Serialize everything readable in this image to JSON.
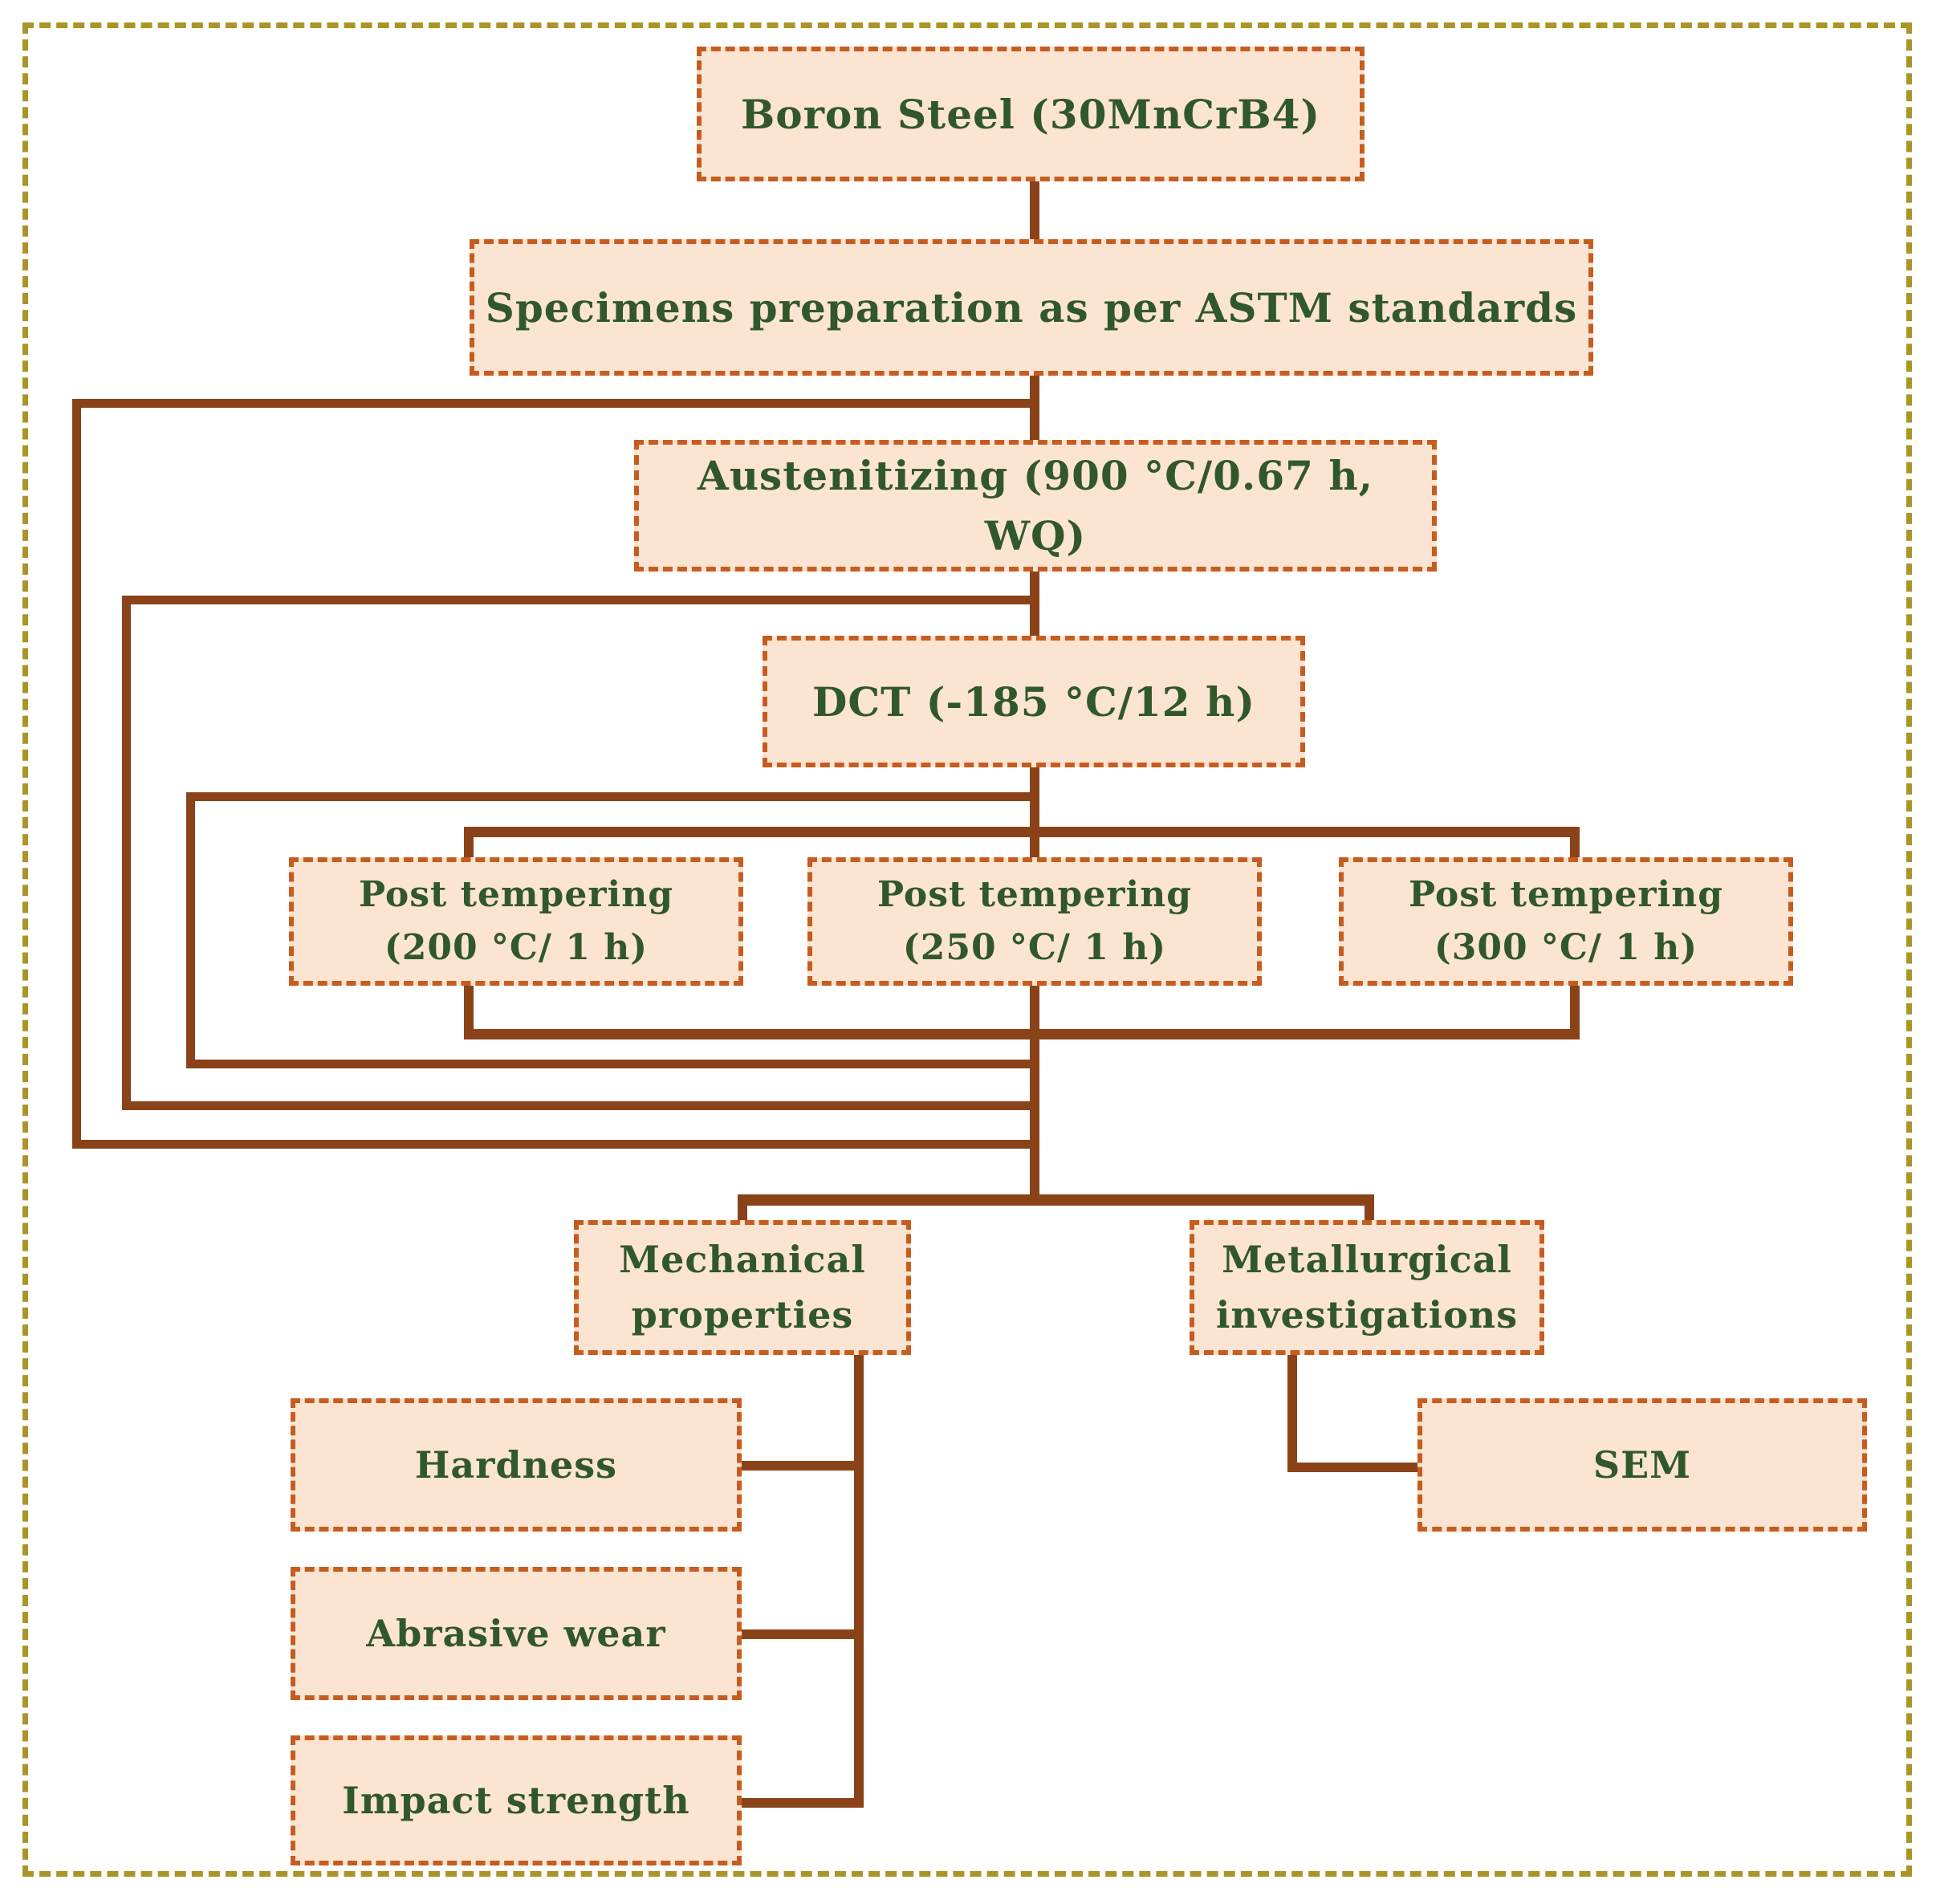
{
  "figure": {
    "type": "flowchart",
    "nodes": {
      "boron_steel": {
        "label": "Boron Steel (30MnCrB4)"
      },
      "specimens": {
        "label": "Specimens preparation as per ASTM standards"
      },
      "austenitizing": {
        "label": "Austenitizing (900 °C/0.67 h, WQ)"
      },
      "dct": {
        "label": "DCT (-185 °C/12 h)"
      },
      "post_tempering_200": {
        "label": "Post tempering\n(200 °C/ 1 h)"
      },
      "post_tempering_250": {
        "label": "Post tempering\n(250 °C/ 1 h)"
      },
      "post_tempering_300": {
        "label": "Post tempering\n(300 °C/ 1 h)"
      },
      "mechanical_properties": {
        "label": "Mechanical\nproperties"
      },
      "metallurgical_investigations": {
        "label": "Metallurgical\ninvestigations"
      },
      "hardness": {
        "label": "Hardness"
      },
      "abrasive_wear": {
        "label": "Abrasive wear"
      },
      "impact_strength": {
        "label": "Impact strength"
      },
      "sem": {
        "label": "SEM"
      }
    },
    "edges": [
      "Boron Steel (30MnCrB4) -> Specimens preparation as per ASTM standards",
      "Specimens preparation as per ASTM standards -> Austenitizing (900 °C/0.67 h, WQ)",
      "Specimens preparation as per ASTM standards -> merge point (feedback loop, outermost)",
      "Austenitizing (900 °C/0.67 h, WQ) -> DCT (-185 °C/12 h)",
      "Austenitizing (900 °C/0.67 h, WQ) -> merge point (feedback loop, middle)",
      "DCT (-185 °C/12 h) -> Post tempering (200 °C/ 1 h)",
      "DCT (-185 °C/12 h) -> Post tempering (250 °C/ 1 h)",
      "DCT (-185 °C/12 h) -> Post tempering (300 °C/ 1 h)",
      "DCT (-185 °C/12 h) -> merge point (feedback loop, inner)",
      "Post tempering (200 °C/ 1 h) -> merge point",
      "Post tempering (250 °C/ 1 h) -> merge point",
      "Post tempering (300 °C/ 1 h) -> merge point",
      "merge point -> Mechanical properties",
      "merge point -> Metallurgical investigations",
      "Mechanical properties -> Hardness",
      "Mechanical properties -> Abrasive wear",
      "Mechanical properties -> Impact strength",
      "Metallurgical investigations -> SEM"
    ],
    "colors": {
      "node_fill": "#fce4d2",
      "node_border": "#c65d20",
      "connector": "#8a4318",
      "outer_border": "#ab9428",
      "text": "#31582c"
    }
  }
}
